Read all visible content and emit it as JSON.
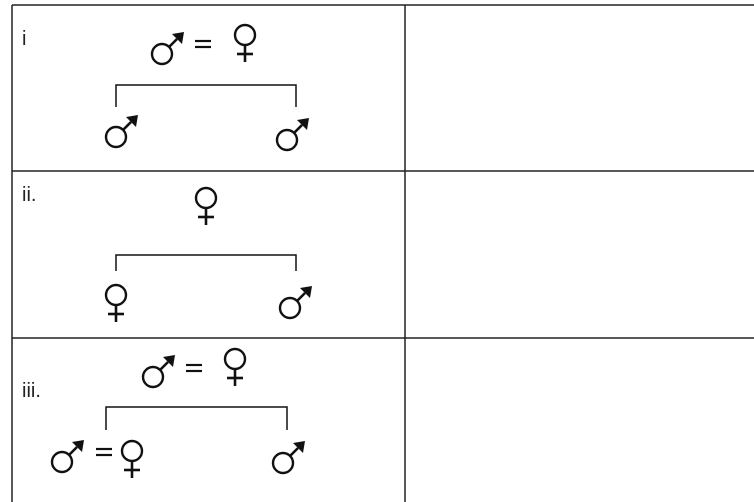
{
  "rows": [
    {
      "label": "i",
      "parents": {
        "left": "male",
        "right": "female",
        "connector": "="
      },
      "offspring": [
        {
          "sex": "male"
        },
        {
          "sex": "male"
        }
      ],
      "notes": ""
    },
    {
      "label": "ii.",
      "parents": {
        "single": "female"
      },
      "offspring": [
        {
          "sex": "female"
        },
        {
          "sex": "male"
        }
      ],
      "notes": ""
    },
    {
      "label": "iii.",
      "parents": {
        "left": "male",
        "right": "female",
        "connector": "="
      },
      "offspring": [
        {
          "sex": "male",
          "mate": "female",
          "connector": "="
        },
        {
          "sex": "male"
        }
      ],
      "notes": ""
    }
  ],
  "symbols": {
    "male": "male-symbol-icon",
    "female": "female-symbol-icon"
  }
}
